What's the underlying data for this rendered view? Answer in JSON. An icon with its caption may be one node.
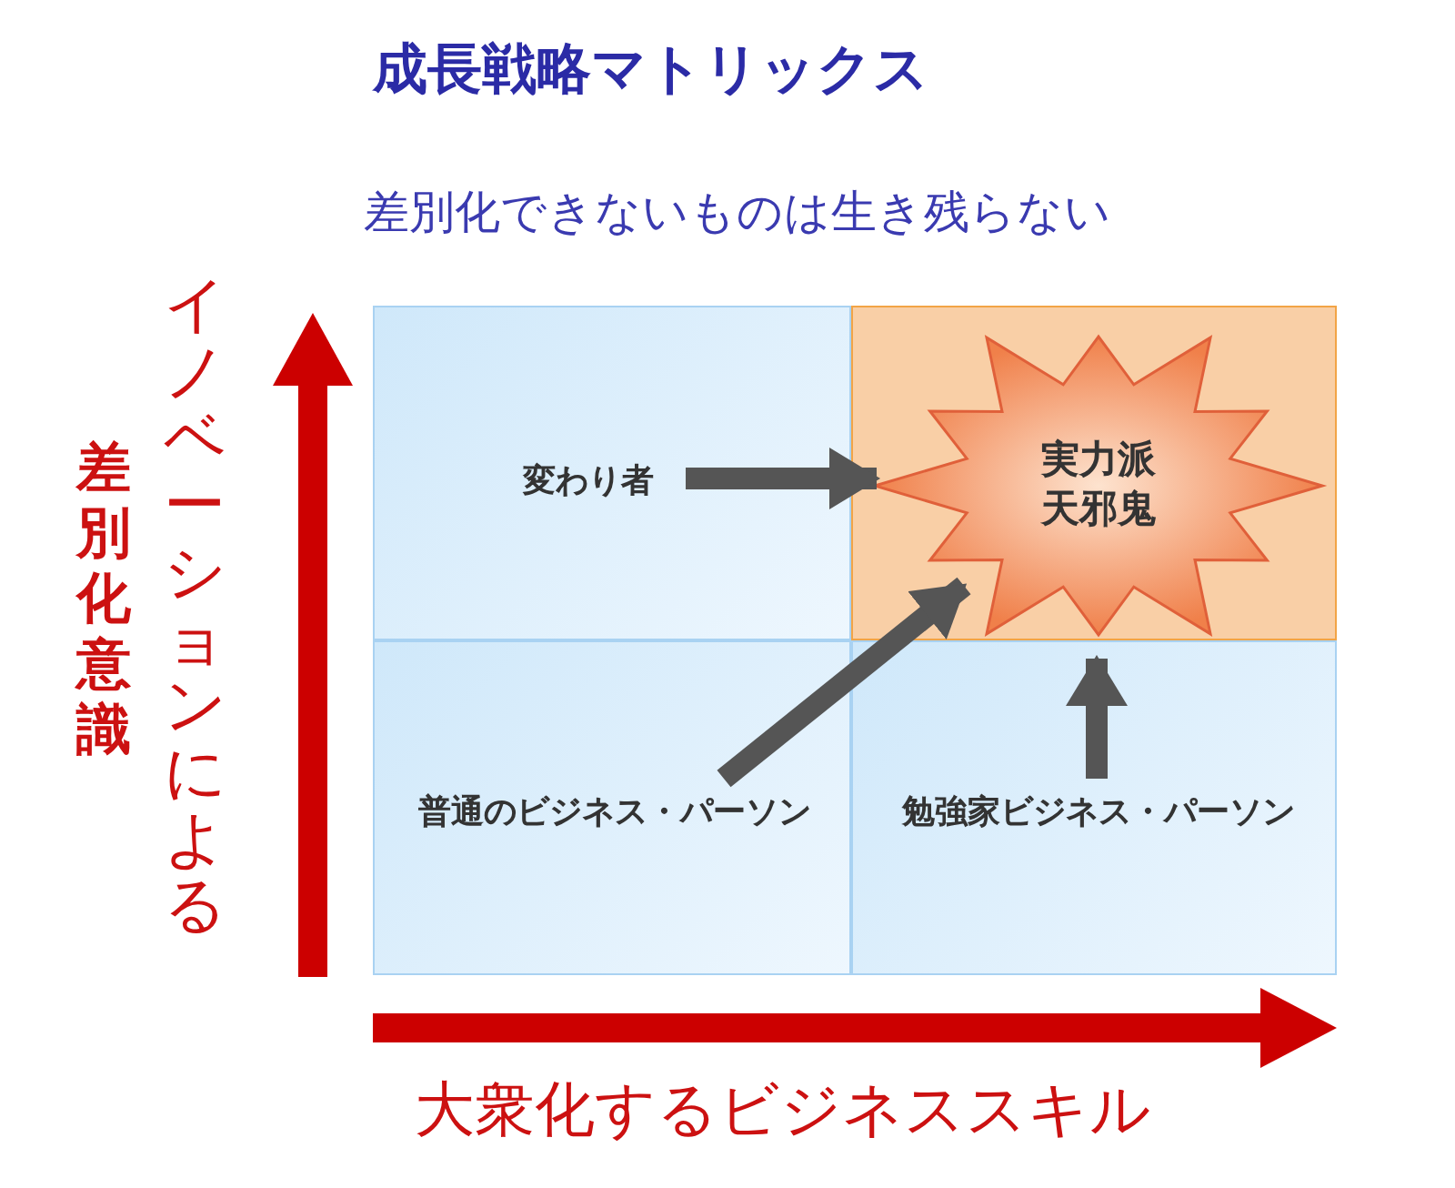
{
  "diagram": {
    "title": "成長戦略マトリックス",
    "nodes": [
      {
        "text": [],
        "shape": "box"
      },
      {
        "text": [
          "変わり者"
        ],
        "in": 0
      },
      {
        "text": [],
        "shape": "box"
      },
      {
        "text": [
          "実力派天邪鬼"
        ],
        "in": 2
      },
      {
        "text": [],
        "shape": "box"
      },
      {
        "text": [
          "普通のビジネス・パーソン"
        ],
        "in": 4
      },
      {
        "text": [],
        "shape": "box"
      },
      {
        "text": [
          "勉強家ビジネス・パーソン"
        ],
        "in": 6
      }
    ],
    "edges": [
      {
        "from": 1,
        "to": 3,
        "arrow": "to"
      },
      {
        "from": 5,
        "to": 3,
        "arrow": "to"
      },
      {
        "from": 7,
        "to": 3,
        "arrow": "to"
      }
    ],
    "labels": [
      "差別化できないものは生き残らない",
      "イノベーションによる",
      "差別化意識",
      "大衆化するビジネススキル"
    ]
  }
}
